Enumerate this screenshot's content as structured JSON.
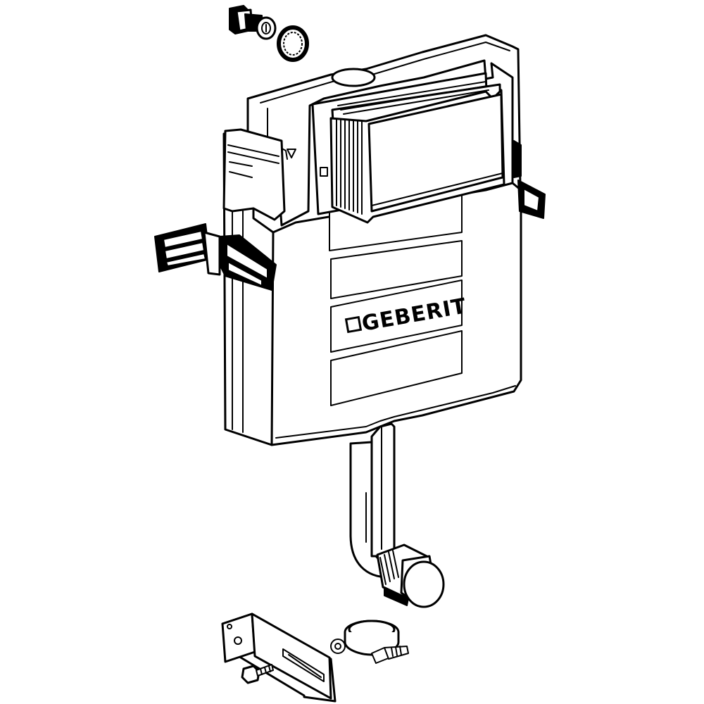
{
  "brand": {
    "logo_text": "GEBERIT"
  },
  "colors": {
    "line": "#000000",
    "background": "#ffffff"
  },
  "components": [
    "tank-body",
    "filter-cartridge",
    "mounting-bracket-left",
    "mounting-bracket-right",
    "inlet-valve",
    "seal-ring",
    "flush-pipe",
    "pipe-outlet",
    "wall-bracket",
    "bolt",
    "pipe-clamp"
  ]
}
